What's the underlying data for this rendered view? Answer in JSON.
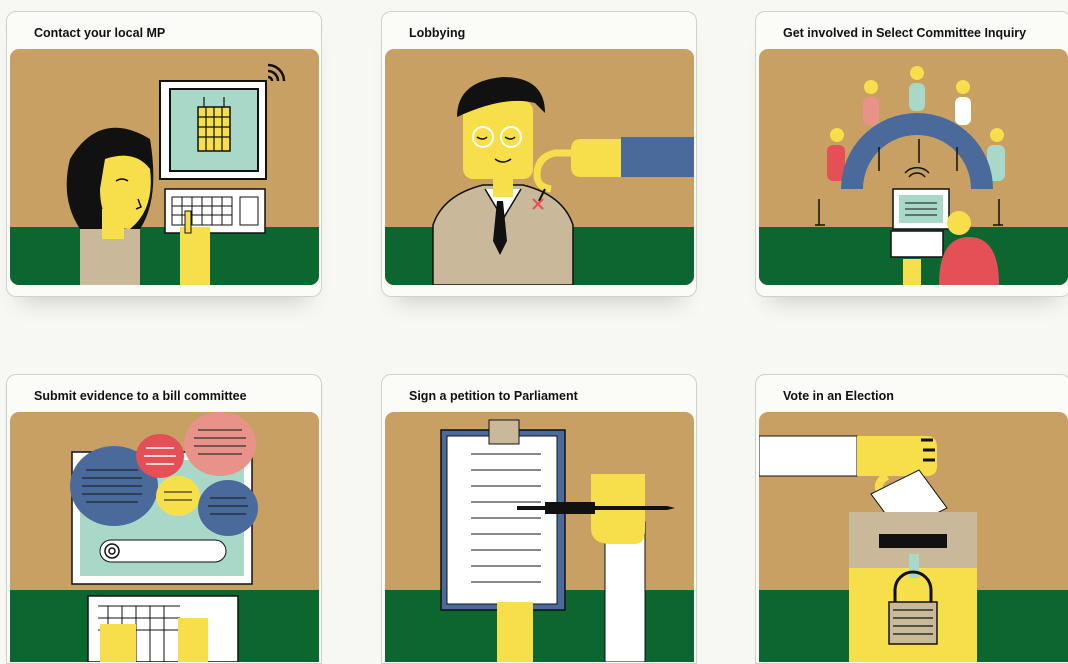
{
  "colors": {
    "tan": "#c8a064",
    "green": "#0c6630",
    "yellow": "#f7df4b",
    "blue": "#4a6a9c",
    "beige": "#c9b99a",
    "pink": "#e8928a",
    "red": "#e45056",
    "mint": "#a8d8c8",
    "black": "#111111"
  },
  "cards": [
    {
      "title": "Contact your local MP",
      "illustration": "woman-at-computer-icon"
    },
    {
      "title": "Lobbying",
      "illustration": "lobbyist-pulling-strings-icon"
    },
    {
      "title": "Get involved in Select Committee Inquiry",
      "illustration": "committee-table-icon"
    },
    {
      "title": "Submit evidence to a bill committee",
      "illustration": "speech-bubbles-icon"
    },
    {
      "title": "Sign a petition to Parliament",
      "illustration": "clipboard-pen-icon"
    },
    {
      "title": "Vote in an Election",
      "illustration": "ballot-box-icon"
    }
  ]
}
